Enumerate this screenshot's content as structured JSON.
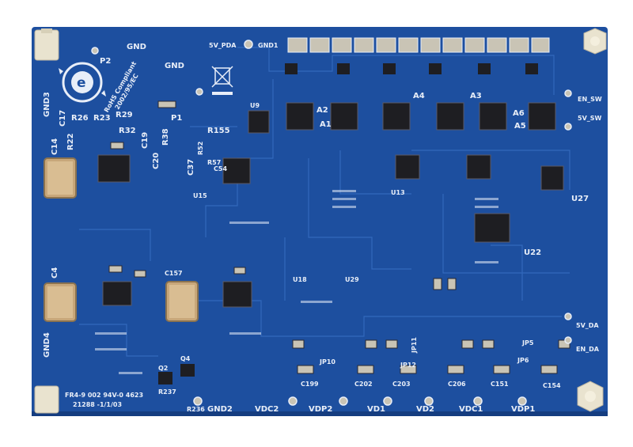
{
  "colors": {
    "board": "#1d4f9f",
    "board_dark": "#153d80",
    "trace": "#2a60b3",
    "silk": "#e8eef8",
    "pad": "#c9c4b5",
    "ic": "#1e1e22",
    "inductor": "#c8a77a",
    "standoff": "#e9e3cf"
  },
  "board": {
    "labels": {
      "gnd_top": "GND",
      "p2": "P2",
      "gnd_p1": "GND",
      "p1": "P1",
      "v5_pda": "5V_PDA",
      "gnd1": "GND1",
      "gnd3": "GND3",
      "gnd4": "GND4",
      "gnd2": "GND2",
      "vdc2": "VDC2",
      "vdp2": "VDP2",
      "vd1": "VD1",
      "vd2": "VD2",
      "vdc1": "VDC1",
      "vdp1": "VDP1",
      "en_sw": "EN_SW",
      "v5_sw": "5V_SW",
      "v5_da": "5V_DA",
      "en_da": "EN_DA",
      "u22": "U22",
      "u27": "U27",
      "u9": "U9",
      "u13": "U13",
      "u18": "U18",
      "u29": "U29",
      "u15": "U15",
      "a1": "A1",
      "a2": "A2",
      "a3": "A3",
      "a4": "A4",
      "a5": "A5",
      "a6": "A6",
      "r155": "R155",
      "r52": "R52",
      "r57": "R57",
      "c37": "C37",
      "c54": "C54",
      "r26": "R26",
      "r23": "R23",
      "r29": "R29",
      "c14": "C14",
      "c17": "C17",
      "r22": "R22",
      "c19": "C19",
      "c20": "C20",
      "r38": "R38",
      "r32": "R32",
      "c4": "C4",
      "c157": "C157",
      "q2": "Q2",
      "q4": "Q4",
      "r236": "R236",
      "r237": "R237",
      "c199": "C199",
      "c202": "C202",
      "c203": "C203",
      "c206": "C206",
      "c151": "C151",
      "c154": "C154",
      "jp10": "JP10",
      "jp12": "JP12",
      "jp11": "JP11",
      "jp6": "JP6",
      "jp5": "JP5",
      "fab_text": "FR4-9 002 94V-0 4623",
      "date_code": "21288 -1/1/03",
      "rohs": "RoHS Compliant",
      "rohs_sub": "2002/95/EC"
    }
  }
}
